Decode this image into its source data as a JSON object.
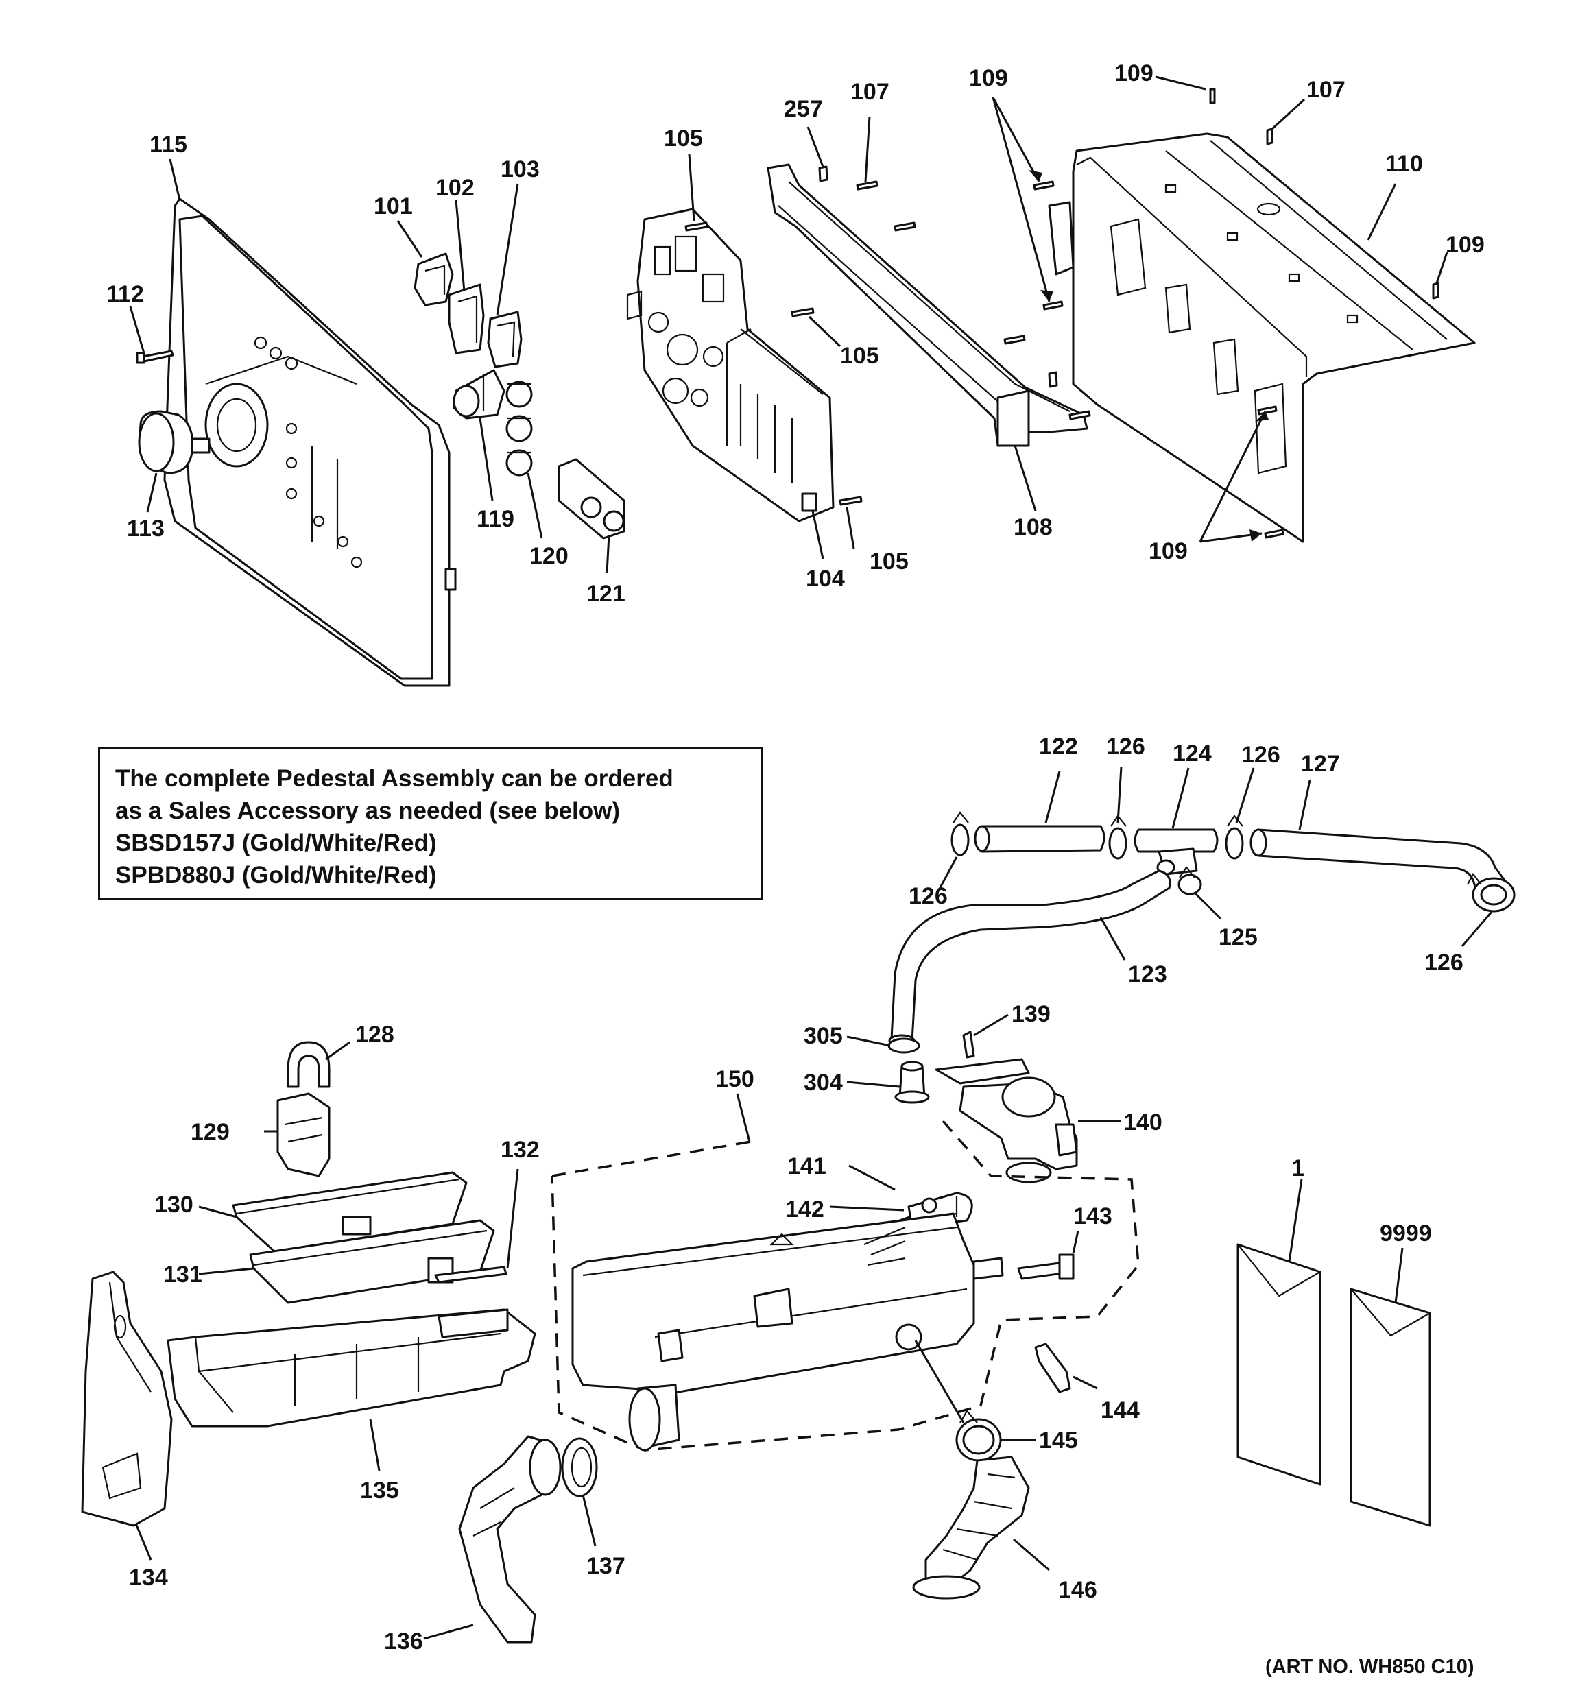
{
  "note": {
    "lines": [
      "The complete Pedestal Assembly can be ordered",
      "as a Sales Accessory as needed (see below)",
      "SBSD157J (Gold/White/Red)",
      "SPBD880J (Gold/White/Red)"
    ]
  },
  "art_number": "(ART NO. WH850 C10)",
  "callouts": {
    "c115": "115",
    "c112": "112",
    "c113": "113",
    "c101": "101",
    "c102": "102",
    "c103": "103",
    "c119": "119",
    "c120": "120",
    "c121": "121",
    "c105a": "105",
    "c105b": "105",
    "c105c": "105",
    "c104": "104",
    "c257": "257",
    "c107a": "107",
    "c108": "108",
    "c109a": "109",
    "c109b": "109",
    "c109c": "109",
    "c109d": "109",
    "c107b": "107",
    "c110": "110",
    "c122": "122",
    "c126a": "126",
    "c124": "124",
    "c126b": "126",
    "c127": "127",
    "c126c": "126",
    "c125": "125",
    "c123": "123",
    "c126d": "126",
    "c305": "305",
    "c139": "139",
    "c304": "304",
    "c140": "140",
    "c150": "150",
    "c141": "141",
    "c142": "142",
    "c143": "143",
    "c128": "128",
    "c129": "129",
    "c130": "130",
    "c131": "131",
    "c132": "132",
    "c135": "135",
    "c134": "134",
    "c136": "136",
    "c137": "137",
    "c144": "144",
    "c145": "145",
    "c146": "146",
    "c1": "1",
    "c9999": "9999"
  }
}
